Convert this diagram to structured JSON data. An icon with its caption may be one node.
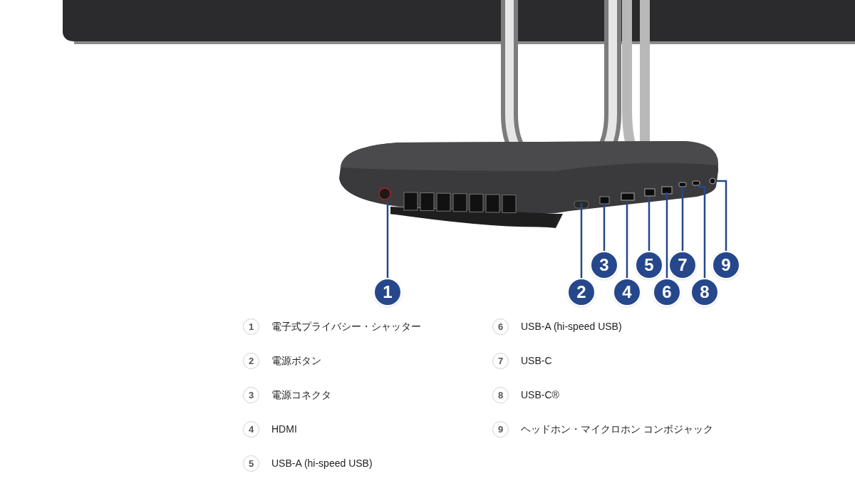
{
  "diagram": {
    "nodes": [
      {
        "text": [
          "1"
        ]
      },
      {
        "text": [
          "2"
        ]
      },
      {
        "text": [
          "3"
        ]
      },
      {
        "text": [
          "4"
        ]
      },
      {
        "text": [
          "5"
        ]
      },
      {
        "text": [
          "6"
        ]
      },
      {
        "text": [
          "7"
        ]
      },
      {
        "text": [
          "8"
        ]
      },
      {
        "text": [
          "9"
        ]
      }
    ],
    "edges": [
      {
        "from": 0,
        "to": null,
        "arrow": "none"
      },
      {
        "from": 1,
        "to": null,
        "arrow": "none"
      },
      {
        "from": 2,
        "to": null,
        "arrow": "none"
      },
      {
        "from": 3,
        "to": null,
        "arrow": "none"
      },
      {
        "from": 4,
        "to": null,
        "arrow": "none"
      },
      {
        "from": 5,
        "to": null,
        "arrow": "none"
      },
      {
        "from": 6,
        "to": null,
        "arrow": "none"
      },
      {
        "from": 7,
        "to": null,
        "arrow": "none"
      },
      {
        "from": 8,
        "to": null,
        "arrow": "none"
      }
    ],
    "labels": [
      "1",
      "電子式プライバシー・シャッター",
      "2",
      "電源ボタン",
      "3",
      "電源コネクタ",
      "4",
      "HDMI",
      "5",
      "USB-A (hi-speed USB)",
      "6",
      "USB-A (hi-speed USB)",
      "7",
      "USB-C",
      "8",
      "USB-C®",
      "9",
      "ヘッドホン・マイクロホン コンボジャック"
    ]
  }
}
